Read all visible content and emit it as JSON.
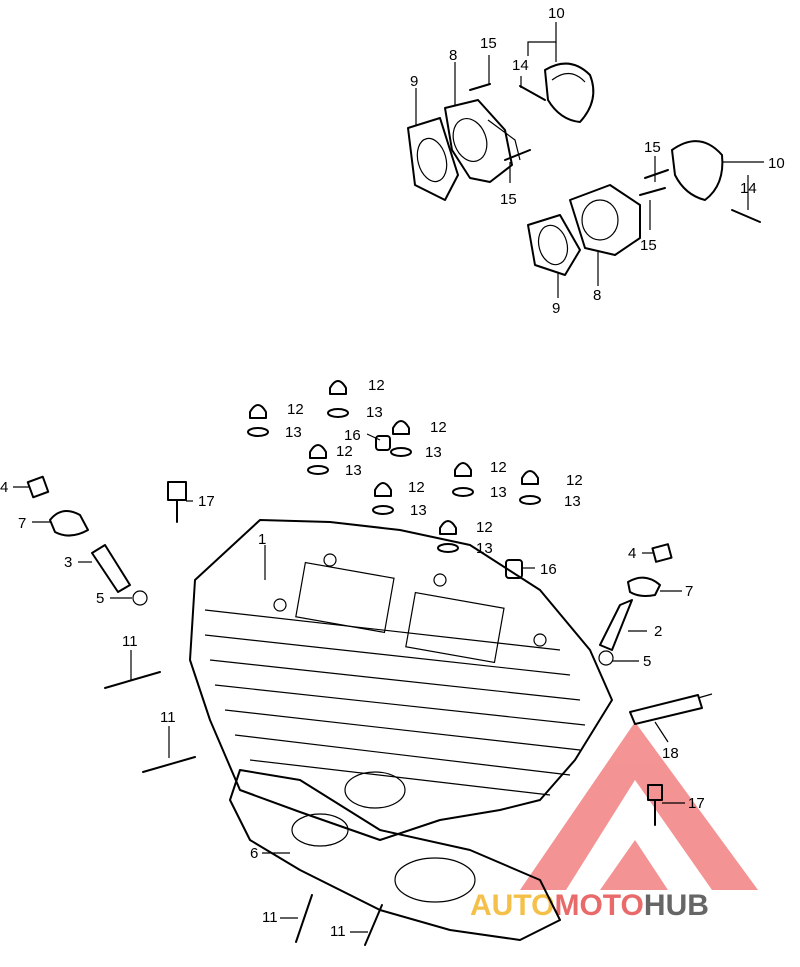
{
  "diagram": {
    "callouts": {
      "c1": "1",
      "c2": "2",
      "c3": "3",
      "c4a": "4",
      "c4b": "4",
      "c5a": "5",
      "c5b": "5",
      "c6": "6",
      "c7a": "7",
      "c7b": "7",
      "c8a": "8",
      "c8b": "8",
      "c9a": "9",
      "c9b": "9",
      "c10a": "10",
      "c10b": "10",
      "c11a": "11",
      "c11b": "11",
      "c11c": "11",
      "c11d": "11",
      "c12a": "12",
      "c12b": "12",
      "c12c": "12",
      "c12d": "12",
      "c12e": "12",
      "c12f": "12",
      "c12g": "12",
      "c12h": "12",
      "c13a": "13",
      "c13b": "13",
      "c13c": "13",
      "c13d": "13",
      "c13e": "13",
      "c13f": "13",
      "c13g": "13",
      "c13h": "13",
      "c14a": "14",
      "c14b": "14",
      "c15a": "15",
      "c15b": "15",
      "c15c": "15",
      "c15d": "15",
      "c16a": "16",
      "c16b": "16",
      "c17a": "17",
      "c17b": "17",
      "c18": "18"
    }
  },
  "watermark": {
    "word_part1": "AUTO",
    "word_part2": "MOTO",
    "word_part3": "HUB",
    "colors": {
      "triangle": "#f07070",
      "auto": "#f5c04a",
      "moto": "#e86a6a",
      "hub": "#666666"
    }
  }
}
